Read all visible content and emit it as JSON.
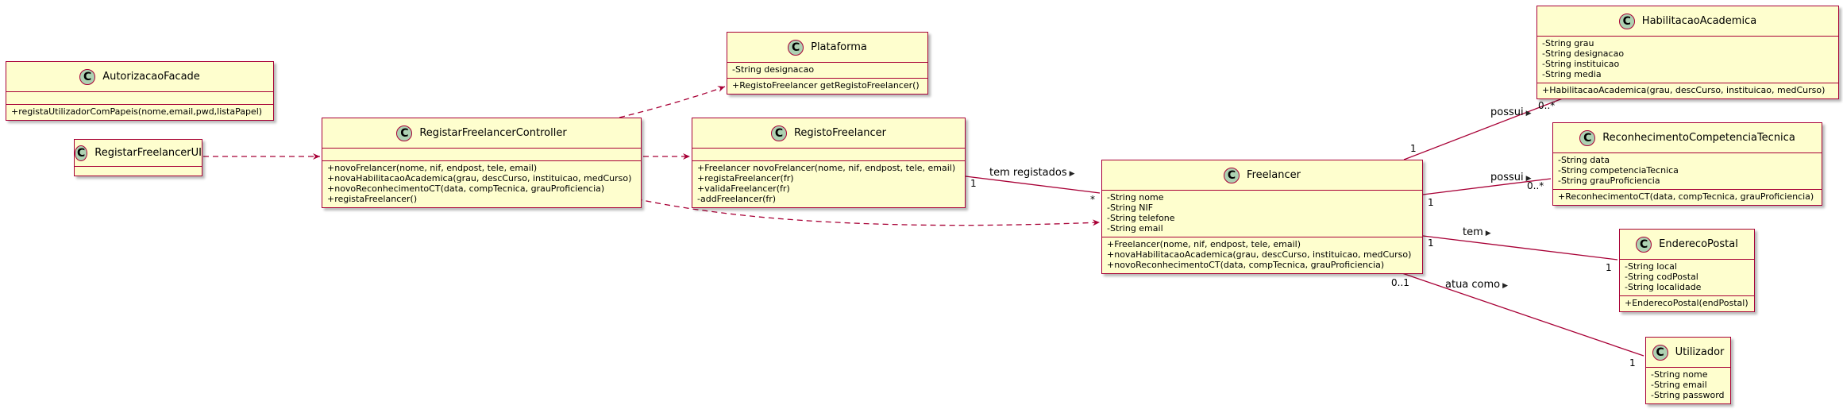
{
  "classes": {
    "autorizacao_facade": {
      "icon": "C",
      "name": "AutorizacaoFacade",
      "attributes": [],
      "methods": [
        "+registaUtilizadorComPapeis(nome,email,pwd,listaPapel)"
      ]
    },
    "registar_freelancer_ui": {
      "icon": "C",
      "name": "RegistarFreelancerUI",
      "attributes": [],
      "methods": []
    },
    "registar_freelancer_controller": {
      "icon": "C",
      "name": "RegistarFreelancerController",
      "attributes": [],
      "methods": [
        "+novoFrelancer(nome, nif, endpost, tele, email)",
        "+novaHabilitacaoAcademica(grau, descCurso, instituicao, medCurso)",
        "+novoReconhecimentoCT(data, compTecnica, grauProficiencia)",
        "+registaFreelancer()"
      ]
    },
    "plataforma": {
      "icon": "C",
      "name": "Plataforma",
      "attributes": [
        "-String designacao"
      ],
      "methods": [
        "+RegistoFreelancer getRegistoFreelancer()"
      ]
    },
    "registo_freelancer": {
      "icon": "C",
      "name": "RegistoFreelancer",
      "attributes": [],
      "methods": [
        "+Freelancer novoFrelancer(nome, nif, endpost, tele, email)",
        "+registaFreelancer(fr)",
        "+validaFreelancer(fr)",
        "-addFreelancer(fr)"
      ]
    },
    "freelancer": {
      "icon": "C",
      "name": "Freelancer",
      "attributes": [
        "-String nome",
        "-String NIF",
        "-String telefone",
        "-String email"
      ],
      "methods": [
        "+Freelancer(nome, nif, endpost, tele, email)",
        "+novaHabilitacaoAcademica(grau, descCurso, instituicao, medCurso)",
        "+novoReconhecimentoCT(data, compTecnica, grauProficiencia)"
      ]
    },
    "habilitacao_academica": {
      "icon": "C",
      "name": "HabilitacaoAcademica",
      "attributes": [
        "-String grau",
        "-String designacao",
        "-String instituicao",
        "-String media"
      ],
      "methods": [
        "+HabilitacaoAcademica(grau, descCurso, instituicao, medCurso)"
      ]
    },
    "reconhecimento_competencia_tecnica": {
      "icon": "C",
      "name": "ReconhecimentoCompetenciaTecnica",
      "attributes": [
        "-String data",
        "-String competenciaTecnica",
        "-String grauProficiencia"
      ],
      "methods": [
        "+ReconhecimentoCT(data, compTecnica, grauProficiencia)"
      ]
    },
    "endereco_postal": {
      "icon": "C",
      "name": "EnderecoPostal",
      "attributes": [
        "-String local",
        "-String codPostal",
        "-String localidade"
      ],
      "methods": [
        "+EnderecoPostal(endPostal)"
      ]
    },
    "utilizador": {
      "icon": "C",
      "name": "Utilizador",
      "attributes": [
        "-String nome",
        "-String email",
        "-String password"
      ],
      "methods": []
    }
  },
  "associations": {
    "tem_registados": {
      "label": "tem registados",
      "arrow": "▶",
      "source_mult": "1",
      "target_mult": "*"
    },
    "possui_habilitacao": {
      "label": "possui",
      "arrow": "▶",
      "source_mult": "1",
      "target_mult": "0..*"
    },
    "possui_reconhecimento": {
      "label": "possui",
      "arrow": "▶",
      "source_mult": "1",
      "target_mult": "0..*"
    },
    "tem_endereco": {
      "label": "tem",
      "arrow": "▶",
      "source_mult": "1",
      "target_mult": "1"
    },
    "atua_como": {
      "label": "atua como",
      "arrow": "▶",
      "source_mult": "0..1",
      "target_mult": "1"
    }
  },
  "colors": {
    "class_fill": "#FEFECE",
    "class_border": "#A80036",
    "class_icon": "#ADD1B2",
    "edge": "#A80036"
  }
}
